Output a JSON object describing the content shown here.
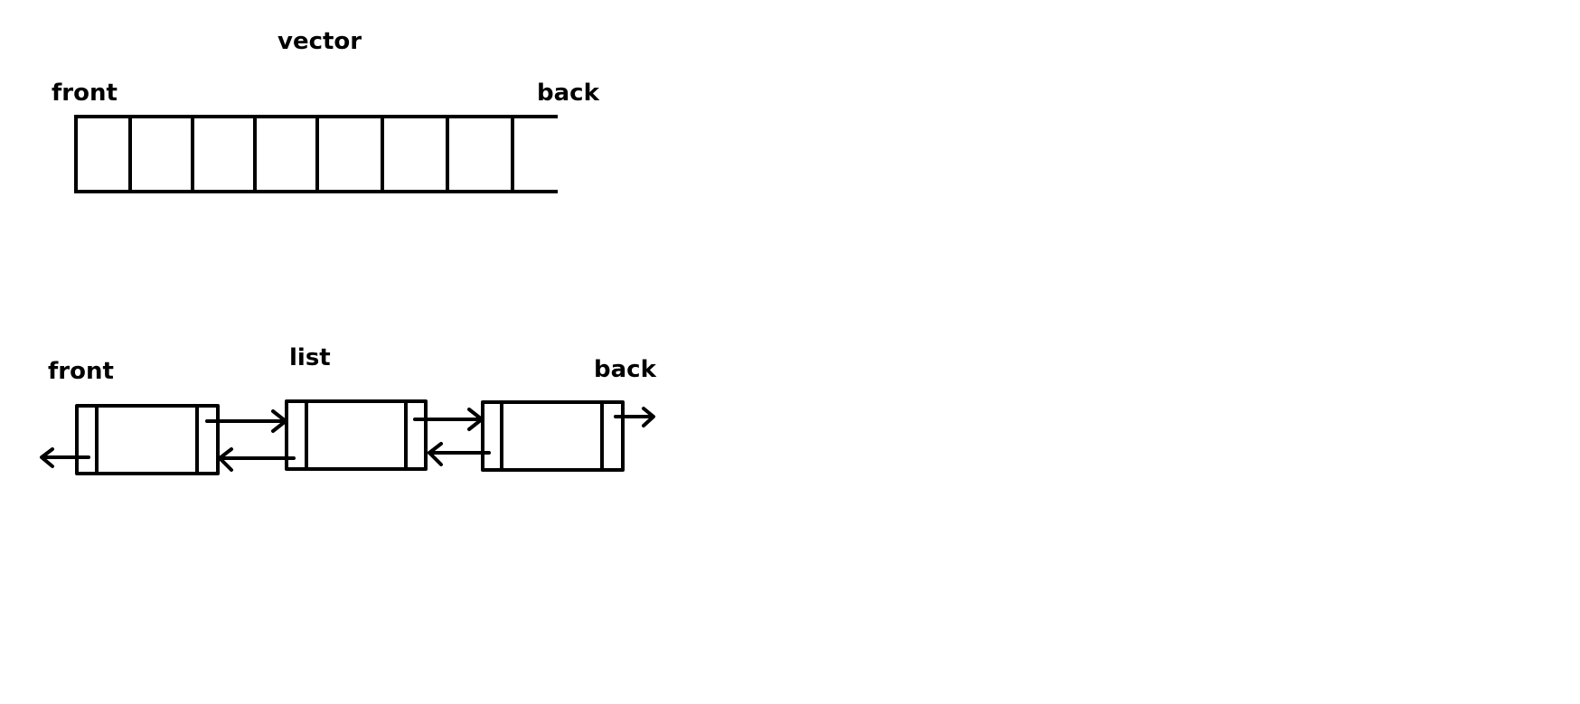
{
  "vector": {
    "title": "vector",
    "front_label": "front",
    "back_label": "back",
    "cell_count": 8
  },
  "list": {
    "title": "list",
    "front_label": "front",
    "back_label": "back",
    "node_count": 3
  },
  "colors": {
    "stroke": "#000000",
    "background": "#ffffff"
  }
}
